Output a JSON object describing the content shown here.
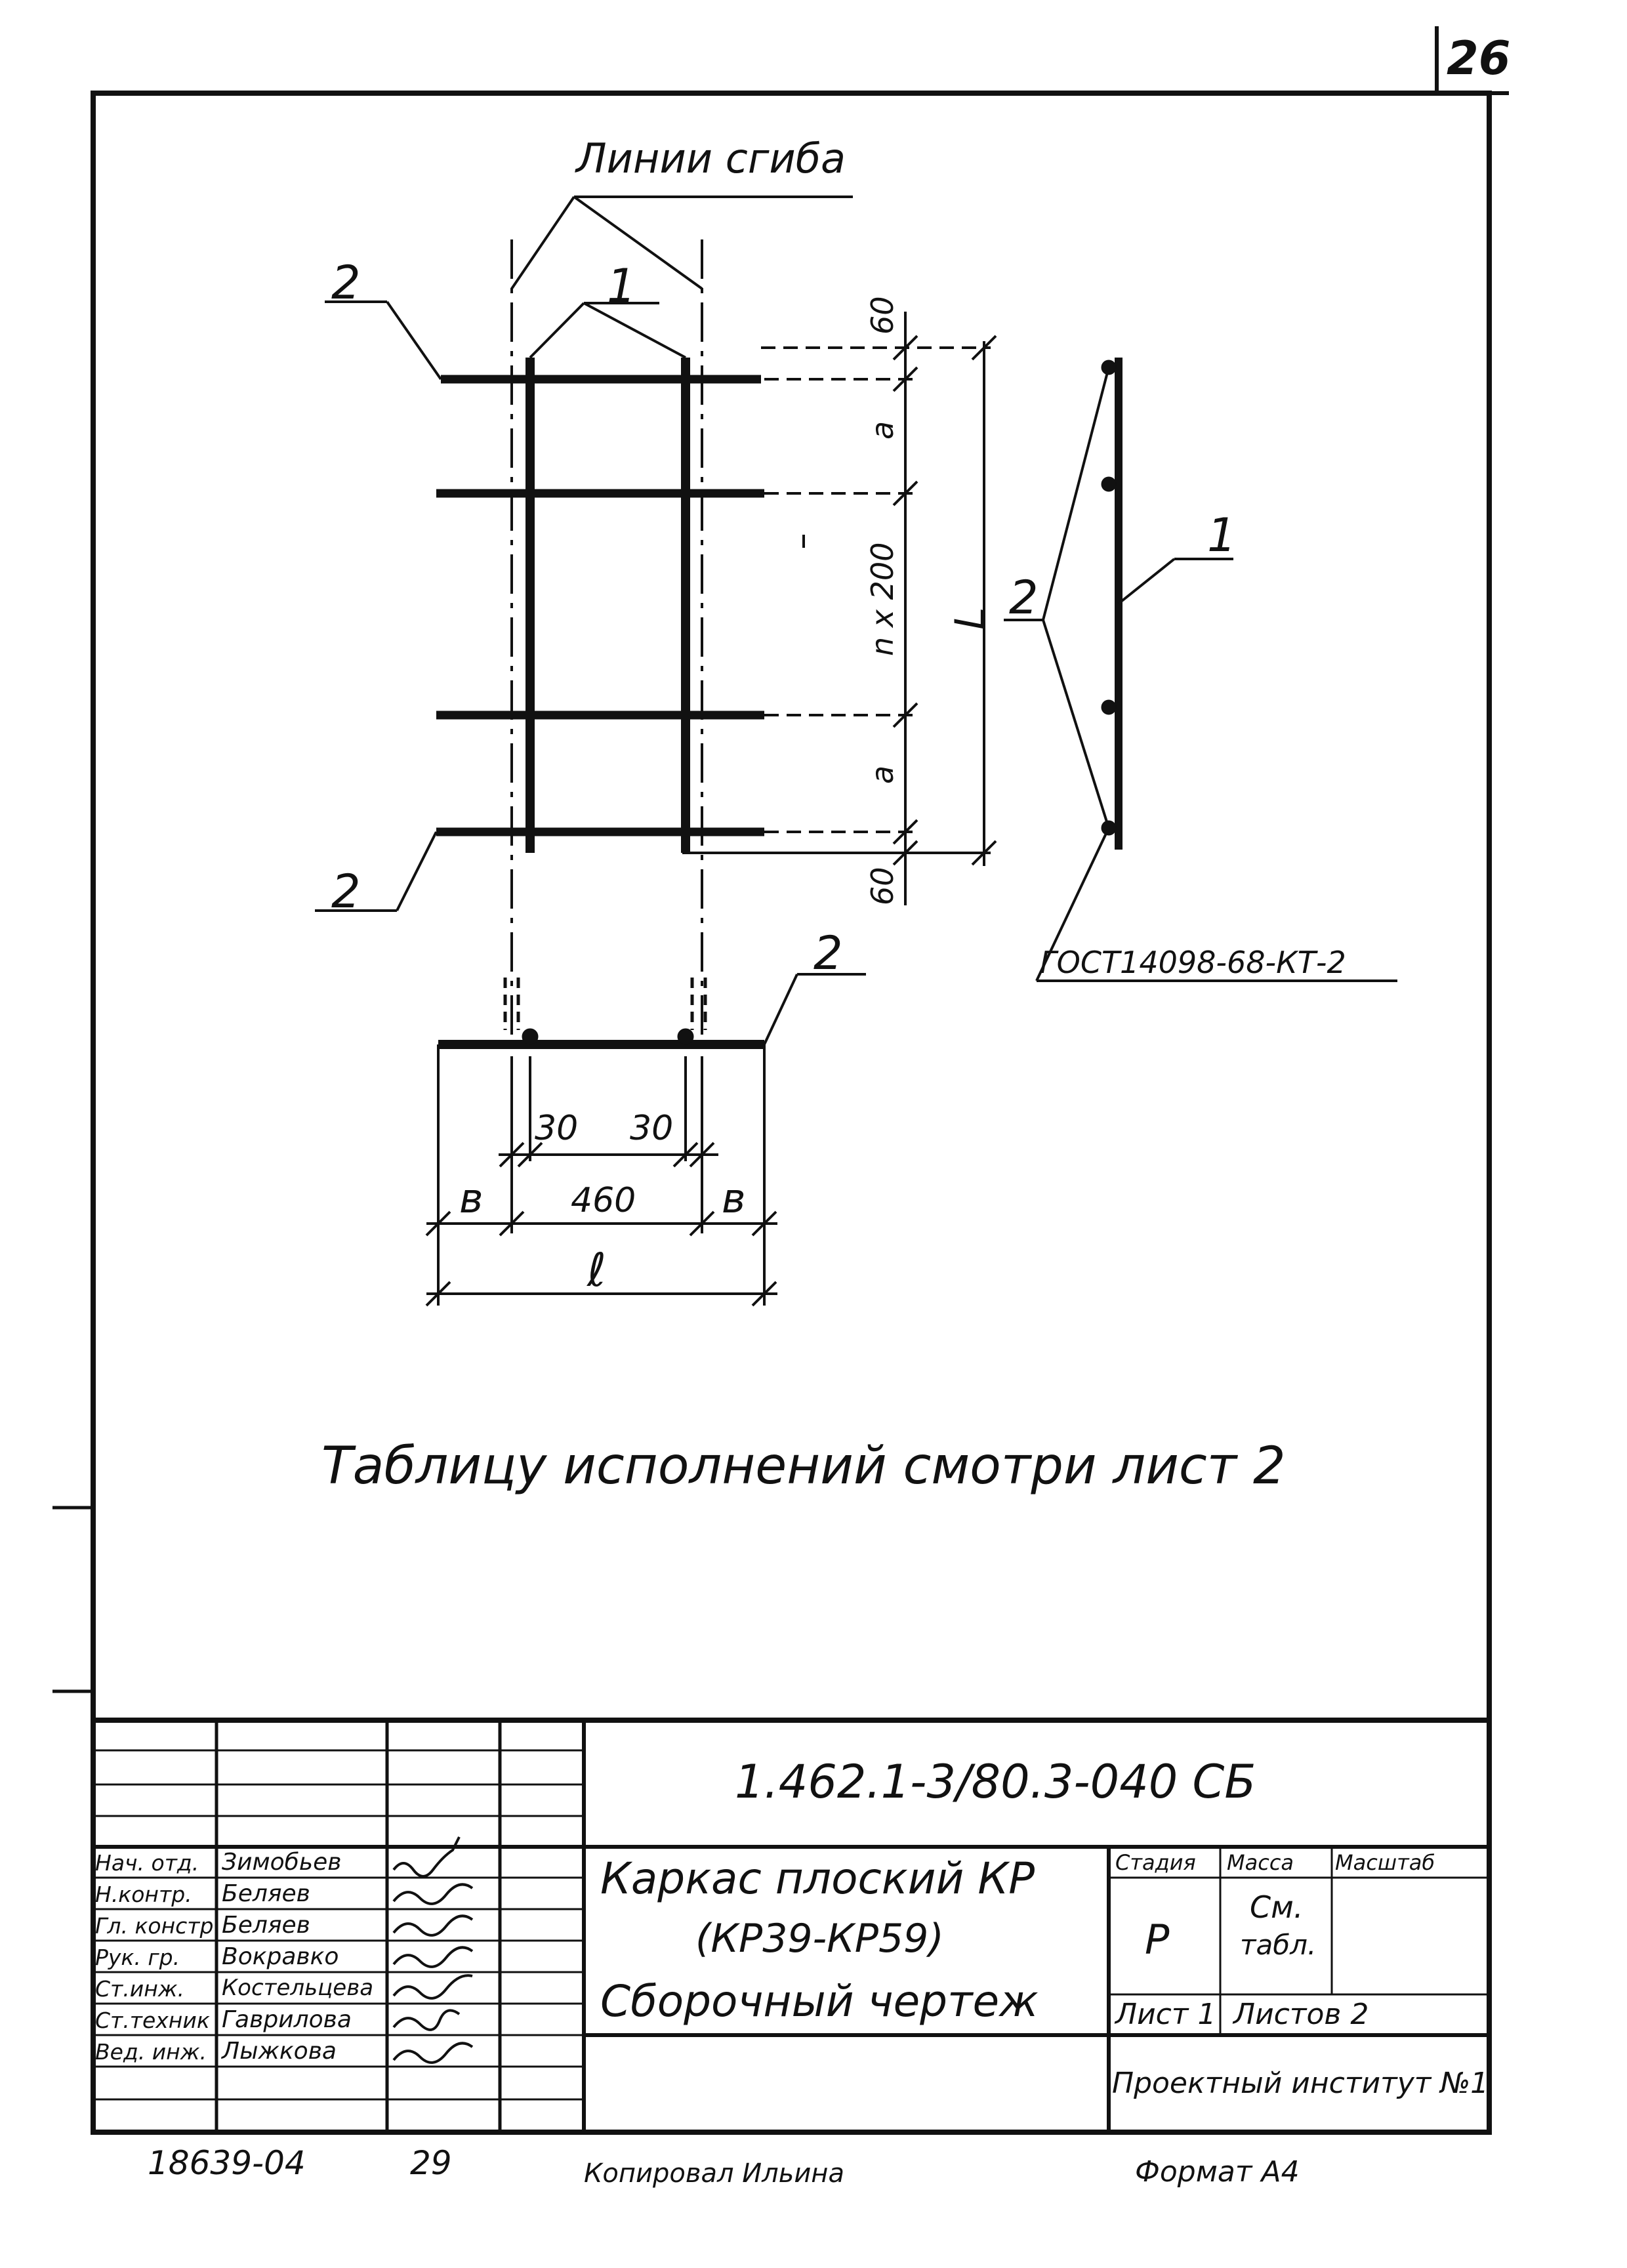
{
  "sheet_number": "26",
  "labels": {
    "bend_lines": "Линии сгиба",
    "item_1": "1",
    "item_2": "2",
    "gost": "ГОСТ14098-68-КТ-2"
  },
  "dimensions": {
    "top": "60",
    "a_top": "a",
    "pitch": "n x 200",
    "a_bottom": "a",
    "bottom": "60",
    "height": "L",
    "offset_left": "30",
    "offset_right": "30",
    "edge_left": "в",
    "inner": "460",
    "edge_right": "в",
    "total": "ℓ"
  },
  "note": "Таблицу исполнений смотри лист 2",
  "title_block": {
    "document_code": "1.462.1-3/80.3-040 СБ",
    "title_line1": "Каркас плоский КР",
    "title_line2": "(КР39-КР59)",
    "title_line3": "Сборочный чертеж",
    "stage_header": "Стадия",
    "mass_header": "Масса",
    "scale_header": "Масштаб",
    "stage_value": "Р",
    "mass_value_line1": "См.",
    "mass_value_line2": "табл.",
    "sheet_label": "Лист 1",
    "sheets_label": "Листов 2",
    "organization": "Проектный институт №1",
    "signatures": [
      {
        "role": "Нач. отд.",
        "name": "Зимобьев"
      },
      {
        "role": "Н.контр.",
        "name": "Беляев"
      },
      {
        "role": "Гл. констр.",
        "name": "Беляев"
      },
      {
        "role": "Рук. гр.",
        "name": "Вокравко"
      },
      {
        "role": "Ст.инж.",
        "name": "Костельцева"
      },
      {
        "role": "Ст.техник",
        "name": "Гаврилова"
      },
      {
        "role": "Вед. инж.",
        "name": "Лыжкова"
      }
    ]
  },
  "footer": {
    "order": "18639-04",
    "page": "29",
    "copied": "Копировал  Ильина",
    "format": "Формат А4"
  }
}
